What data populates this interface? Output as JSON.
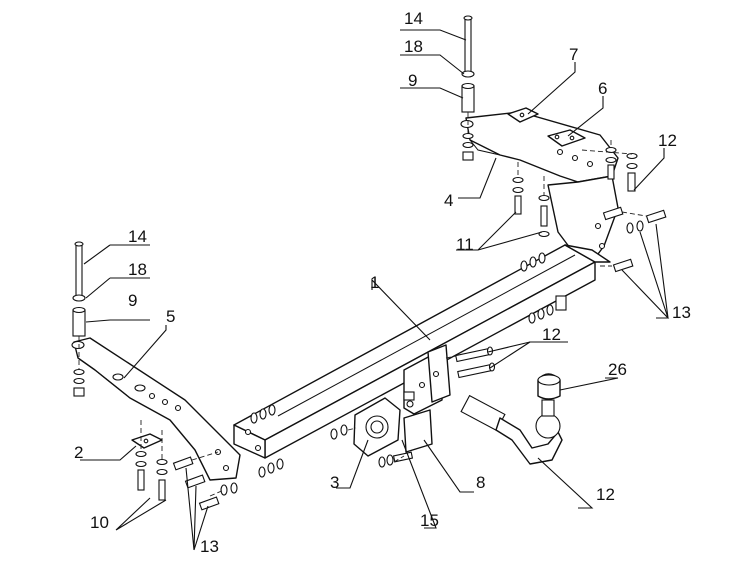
{
  "callouts": [
    {
      "id": "c1",
      "text": "1"
    },
    {
      "id": "c2",
      "text": "2"
    },
    {
      "id": "c3",
      "text": "3"
    },
    {
      "id": "c4",
      "text": "4"
    },
    {
      "id": "c5",
      "text": "5"
    },
    {
      "id": "c6",
      "text": "6"
    },
    {
      "id": "c7",
      "text": "7"
    },
    {
      "id": "c8",
      "text": "8"
    },
    {
      "id": "c9a",
      "text": "9"
    },
    {
      "id": "c9b",
      "text": "9"
    },
    {
      "id": "c10",
      "text": "10"
    },
    {
      "id": "c11",
      "text": "11"
    },
    {
      "id": "c12a",
      "text": "12"
    },
    {
      "id": "c12b",
      "text": "12"
    },
    {
      "id": "c12c",
      "text": "12"
    },
    {
      "id": "c13a",
      "text": "13"
    },
    {
      "id": "c13b",
      "text": "13"
    },
    {
      "id": "c14a",
      "text": "14"
    },
    {
      "id": "c14b",
      "text": "14"
    },
    {
      "id": "c15",
      "text": "15"
    },
    {
      "id": "c18a",
      "text": "18"
    },
    {
      "id": "c18b",
      "text": "18"
    },
    {
      "id": "c26",
      "text": "26"
    }
  ]
}
